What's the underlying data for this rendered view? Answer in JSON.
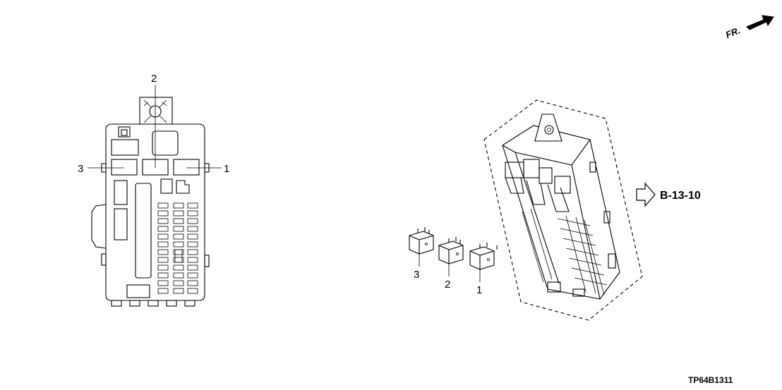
{
  "front_indicator": {
    "label": "FR.",
    "icon": "arrow-right-icon"
  },
  "left_view": {
    "callouts": [
      {
        "label": "1"
      },
      {
        "label": "2"
      },
      {
        "label": "3"
      }
    ]
  },
  "right_view": {
    "relay_callouts": [
      {
        "label": "1"
      },
      {
        "label": "2"
      },
      {
        "label": "3"
      }
    ],
    "reference": {
      "label": "B-13-10",
      "icon": "hollow-arrow-icon"
    }
  },
  "diagram_code": "TP64B1311"
}
